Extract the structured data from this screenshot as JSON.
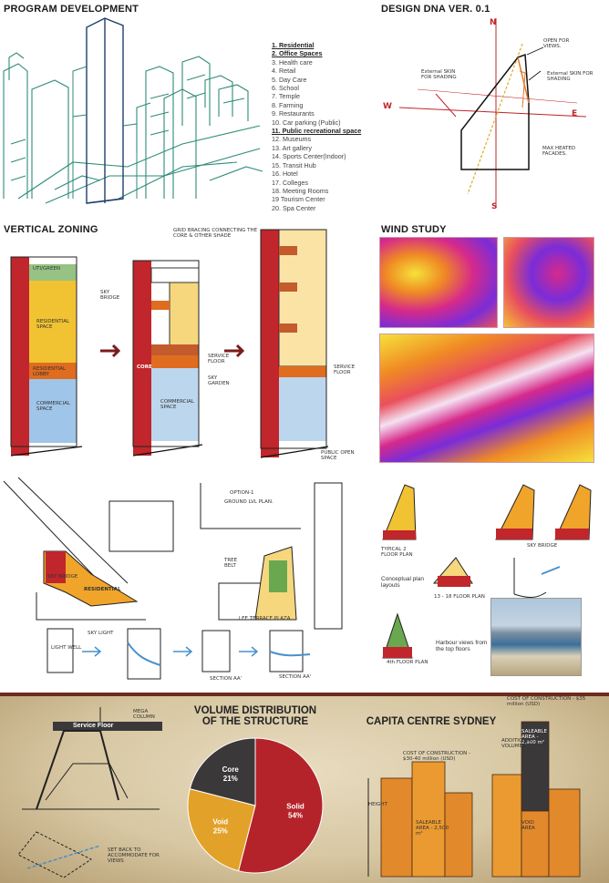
{
  "sections": {
    "program_development": "PROGRAM DEVELOPMENT",
    "design_dna": "DESIGN DNA VER. 0.1",
    "vertical_zoning": "VERTICAL ZONING",
    "wind_study": "WIND STUDY",
    "volume_distribution": "VOLUME DISTRIBUTION OF THE STRUCTURE",
    "capita_centre": "CAPITA CENTRE SYDNEY"
  },
  "program_list": [
    {
      "text": "1. Residential",
      "emphasis": true
    },
    {
      "text": "2. Office Spaces",
      "emphasis": true
    },
    {
      "text": "3. Health care",
      "emphasis": false
    },
    {
      "text": "4. Retail",
      "emphasis": false
    },
    {
      "text": "5. Day Care",
      "emphasis": false
    },
    {
      "text": "6. School",
      "emphasis": false
    },
    {
      "text": "7. Temple",
      "emphasis": false
    },
    {
      "text": "8. Farming",
      "emphasis": false
    },
    {
      "text": "9. Restaurants",
      "emphasis": false
    },
    {
      "text": "10. Car parking (Public)",
      "emphasis": false
    },
    {
      "text": "11. Public recreational space",
      "emphasis": true
    },
    {
      "text": "12. Museums",
      "emphasis": false
    },
    {
      "text": "13. Art gallery",
      "emphasis": false
    },
    {
      "text": "14. Sports Center(Indoor)",
      "emphasis": false
    },
    {
      "text": "15. Transit Hub",
      "emphasis": false
    },
    {
      "text": "16. Hotel",
      "emphasis": false
    },
    {
      "text": "17. Colleges",
      "emphasis": false
    },
    {
      "text": "18. Meeting Rooms",
      "emphasis": false
    },
    {
      "text": "19 Tourism Center",
      "emphasis": false
    },
    {
      "text": "20. Spa Center",
      "emphasis": false
    }
  ],
  "dna_labels": {
    "n": "N",
    "s": "S",
    "e": "E",
    "w": "W",
    "open_views": "OPEN FOR VIEWS.",
    "ext_skin_left": "External SKIN FOR SHADING",
    "ext_skin_right": "External SKIN FOR SHADING",
    "max_heated": "MAX HEATED FACADES."
  },
  "zoning_labels": {
    "uti_green": "UTI/GREEN",
    "residential_space": "RESIDENTIAL SPACE",
    "sky_bridge": "SKY BRIDGE",
    "residential_lobby": "RESIDENTIAL LOBBY",
    "commercial_space": "COMMERCIAL SPACE",
    "core": "CORE",
    "service_floor": "SERVICE FLOOR",
    "sky_garden": "SKY GARDEN",
    "public_open_space": "PUBLIC OPEN SPACE",
    "note_top": "GRID BRACING CONNECTING THE CORE & OTHER SHADE"
  },
  "plan_labels": {
    "option": "OPTION-1",
    "ground_plan": "GROUND LVL PLAN.",
    "residential": "RESIDENTIAL",
    "sky_bridge": "SKY BRIDGE",
    "tree_belt": "TREE BELT",
    "lee_terrace": "LEE TERRACE PLAZA",
    "section_aa": "SECTION AA'",
    "section_aa2": "SECTION AA'",
    "light_well": "LIGHT WELL",
    "sky_light": "SKY LIGHT"
  },
  "wind_captions": {
    "conceptual": "Conceptual plan layouts",
    "harbour": "Harbour views from the top floors",
    "typical_plan": "TYPICAL 2 FLOOR PLAN",
    "floor_plan_13": "13 - 18 FLOOR PLAN",
    "floor_plan_4": "4th FLOOR PLAN",
    "sky_bridge": "SKY BRIDGE"
  },
  "volume_labels": {
    "service_floor": "Service Floor",
    "mega_column": "MEGA COLUMN",
    "note": "SET BACK TO ACCOMMODATE FOR VIEWS"
  },
  "chart_data": {
    "type": "pie",
    "title": "VOLUME DISTRIBUTION OF THE STRUCTURE",
    "slices": [
      {
        "label": "Solid",
        "value": 54,
        "display": "54%",
        "color": "#b5232a"
      },
      {
        "label": "Void",
        "value": 25,
        "display": "25%",
        "color": "#e2a128"
      },
      {
        "label": "Core",
        "value": 21,
        "display": "21%",
        "color": "#3a3838"
      }
    ]
  },
  "capita_labels": {
    "cost_left": "COST OF CONSTRUCTION - $30-40 million (USD)",
    "cost_right": "COST OF CONSTRUCTION - $35 million (USD)",
    "area_left": "SALEABLE AREA - 2,500 m²",
    "area_right": "SALEABLE AREA - 2,900 m²",
    "additional": "ADDITIONAL VOLUMES",
    "void_area": "VOID AREA",
    "height": "HEIGHT"
  },
  "colors": {
    "red": "#c0262b",
    "yellow": "#f1c232",
    "orange": "#e2892c",
    "teal": "#2a9d8f",
    "blue": "#4a90c9",
    "bottom_border": "#6e2a1c"
  }
}
